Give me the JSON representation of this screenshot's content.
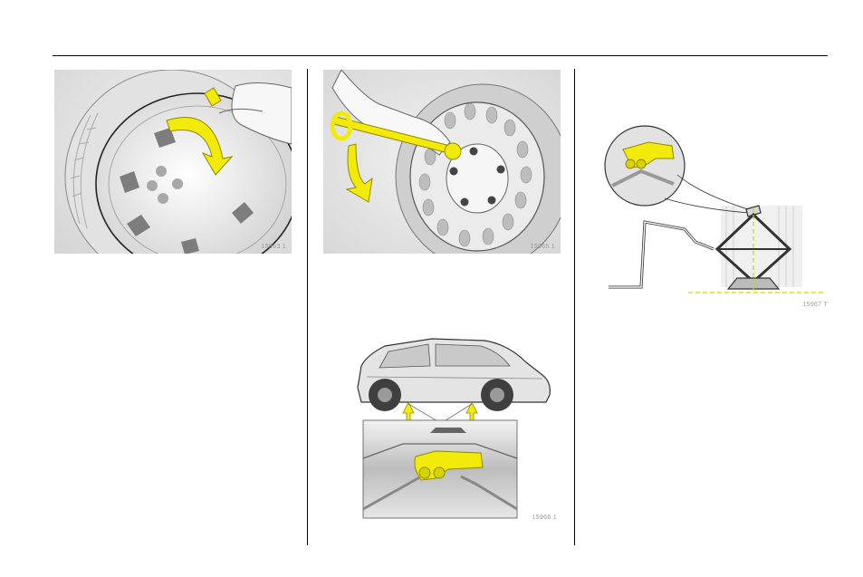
{
  "figures": {
    "hubcap_removal": {
      "code": "15963 1"
    },
    "wheel_bolts": {
      "code": "15965 1"
    },
    "jack_points": {
      "code": "15966 1"
    },
    "jack_positioning": {
      "code": "15967 T"
    }
  },
  "colors": {
    "highlight": "#f2ea0b",
    "highlight_outline": "#8f8a00",
    "line": "#333333",
    "rule": "#000000"
  }
}
